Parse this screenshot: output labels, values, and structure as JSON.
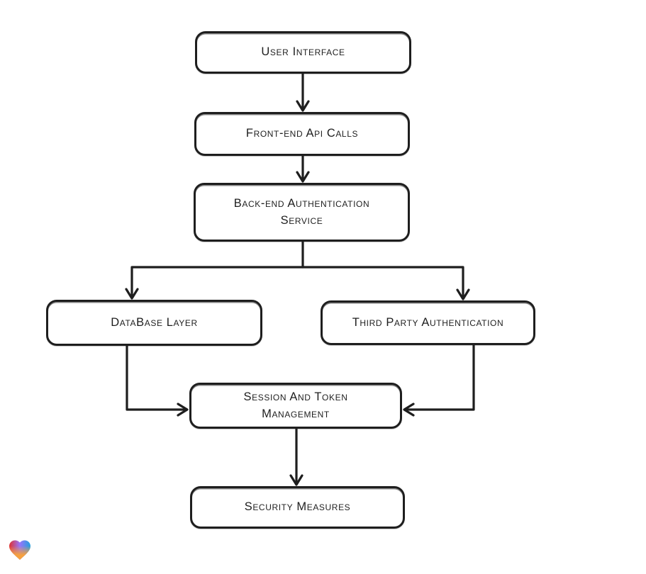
{
  "page": {
    "background": "#ffffff"
  },
  "diagram": {
    "type": "flowchart",
    "stroke_color": "#1e1e1e",
    "node_fill": "#ffffff",
    "nodes": [
      {
        "id": "user-interface",
        "label": "User Interface"
      },
      {
        "id": "front-end-api-calls",
        "label": "Front-end Api Calls"
      },
      {
        "id": "back-end-authentication-service",
        "label": "Back-end Authentication Service"
      },
      {
        "id": "database-layer",
        "label": "DataBase Layer"
      },
      {
        "id": "third-party-authentication",
        "label": "Third Party Authentication"
      },
      {
        "id": "session-and-token-management",
        "label": "Session And Token Management"
      },
      {
        "id": "security-measures",
        "label": "Security Measures"
      }
    ],
    "edges": [
      {
        "from": "user-interface",
        "to": "front-end-api-calls"
      },
      {
        "from": "front-end-api-calls",
        "to": "back-end-authentication-service"
      },
      {
        "from": "back-end-authentication-service",
        "to": "database-layer"
      },
      {
        "from": "back-end-authentication-service",
        "to": "third-party-authentication"
      },
      {
        "from": "database-layer",
        "to": "session-and-token-management"
      },
      {
        "from": "third-party-authentication",
        "to": "session-and-token-management"
      },
      {
        "from": "session-and-token-management",
        "to": "security-measures"
      }
    ]
  },
  "logo": {
    "name": "heart-logo",
    "colors": {
      "red": "#e03131",
      "purple": "#9775fa",
      "blue": "#22a0dd",
      "orange": "#f6a13f"
    }
  }
}
